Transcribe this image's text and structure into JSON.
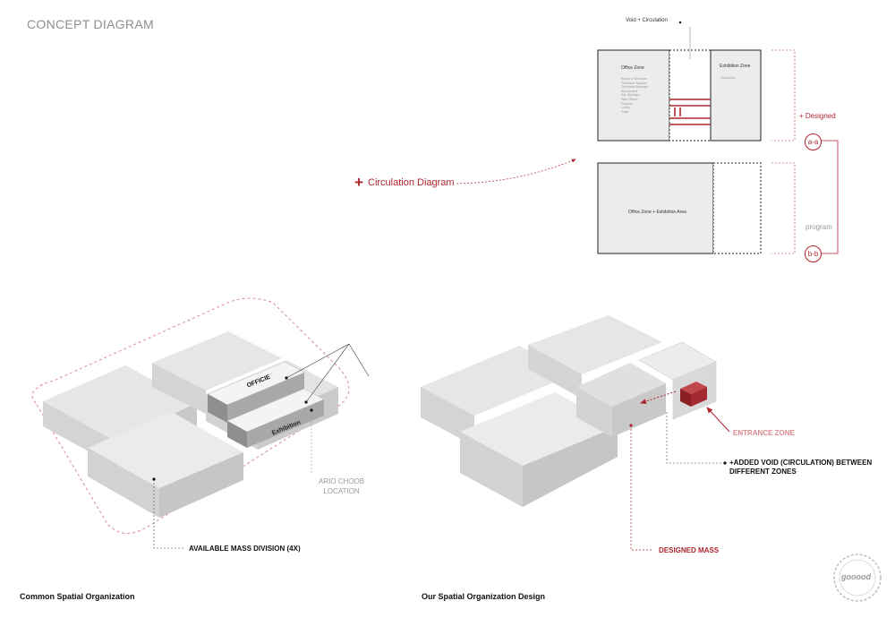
{
  "title": "CONCEPT DIAGRAM",
  "colors": {
    "accent": "#b0252c",
    "accent_light": "#d98a8e",
    "mass": "#d9d9d9",
    "grey_text": "#9a9a9a"
  },
  "section_aa": {
    "void_label": "Void + Circulation",
    "office_zone": {
      "title": "Office Zone",
      "items": [
        "Board of Directors",
        "Technical Support",
        "Technical Manager",
        "Accountant",
        "Sal. Manager",
        "Sale Officer",
        "Finance",
        "Lobby",
        "Toilet"
      ]
    },
    "exhibition_zone": {
      "title": "Exhibition Zone",
      "items": [
        "Education"
      ]
    },
    "designed_label": "+ Designed",
    "tag": "a-a"
  },
  "section_bb": {
    "merged_label": "Office Zone + Exhibition Area",
    "program_label": "program",
    "tag": "b-b"
  },
  "circulation": {
    "plus": "+",
    "label": "Circulation Diagram"
  },
  "left_model": {
    "block_labels": {
      "office": "OFFICIE",
      "exhibition": "Exhibition"
    },
    "location_label": [
      "ARIO CHOOB",
      "LOCATION"
    ],
    "mass_label": "AVAILABLE MASS DIVISION (4X)",
    "caption": "Common Spatial Organization"
  },
  "right_model": {
    "entrance_label": "ENTRANCE ZONE",
    "void_label": [
      "+ADDED VOID (CIRCULATION) BETWEEN",
      "DIFFERENT ZONES"
    ],
    "designed_mass_label": "DESIGNED MASS",
    "caption": "Our Spatial Organization Design"
  },
  "watermark": "gooood"
}
